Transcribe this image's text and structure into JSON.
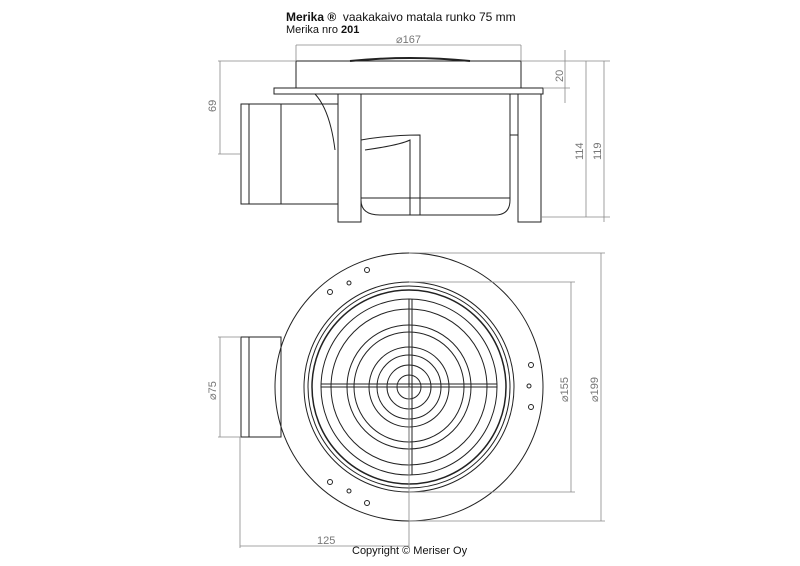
{
  "header": {
    "brand": "Merika ®",
    "title": "vaakakaivo matala runko 75 mm",
    "product_prefix": "Merika nro",
    "product_number": "201"
  },
  "dimensions": {
    "side_view": {
      "top_diameter": "⌀167",
      "inlet_height": "69",
      "grate_height": "20",
      "body_height": "114",
      "total_height": "119"
    },
    "top_view": {
      "inlet_diameter": "⌀75",
      "inner_diameter": "⌀155",
      "outer_diameter": "⌀199",
      "inlet_offset": "125"
    }
  },
  "footer": {
    "copyright": "Copyright © Meriser Oy"
  }
}
